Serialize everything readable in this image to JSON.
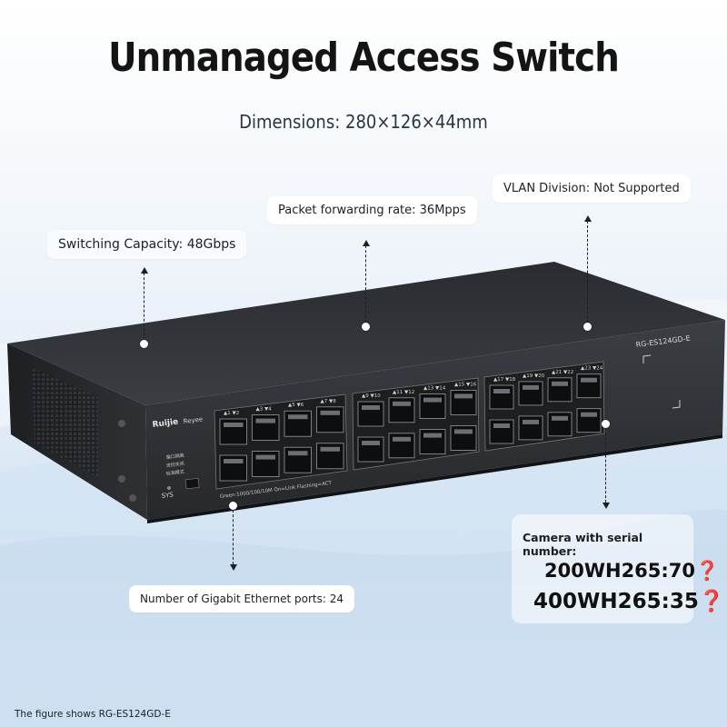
{
  "title": "Unmanaged Access Switch",
  "subtitle": "Dimensions: 280×126×44mm",
  "callouts": {
    "switching_capacity": "Switching Capacity: 48Gbps",
    "packet_forwarding": "Packet forwarding rate: 36Mpps",
    "vlan": "VLAN Division: Not Supported",
    "ports": "Number of Gigabit Ethernet ports: 24"
  },
  "camera": {
    "label": "Camera with serial number:",
    "line1": "200WH265:70❓",
    "line2": "400WH265:35❓"
  },
  "device": {
    "brand": "Ruijie",
    "sub_brand": "Reyee",
    "model": "RG-ES124GD-E",
    "sys_label": "SYS",
    "led_legend": "Green:1000/100/10M  On=Link  Flashing=ACT",
    "port_numbers": [
      "1",
      "2",
      "3",
      "4",
      "5",
      "6",
      "7",
      "8",
      "9",
      "10",
      "11",
      "12",
      "13",
      "14",
      "15",
      "16",
      "17",
      "18",
      "19",
      "20",
      "21",
      "22",
      "23",
      "24"
    ],
    "dip_labels": [
      "端口隔离",
      "流控关闭",
      "标准模式"
    ]
  },
  "footnote": "The figure shows RG-ES124GD-E",
  "colors": {
    "accent": "#1b1f24",
    "device_body": "#2d2f33",
    "background_blue": "#cfe0f0"
  }
}
